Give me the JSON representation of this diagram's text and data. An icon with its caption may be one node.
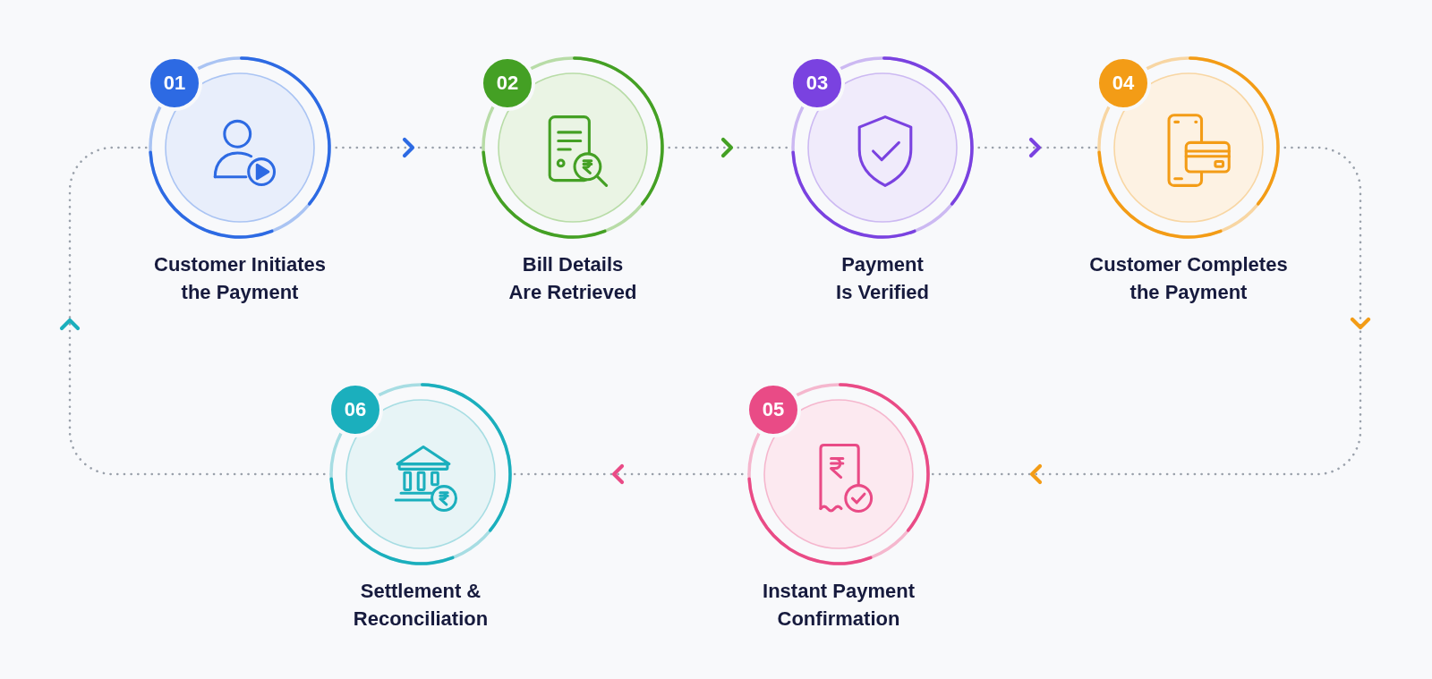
{
  "diagram": {
    "nodes": [
      {
        "text": [
          "01",
          "Customer Initiates the Payment"
        ]
      },
      {
        "text": [
          "02",
          "Bill Details Are Retrieved"
        ]
      },
      {
        "text": [
          "03",
          "Payment Is Verified"
        ]
      },
      {
        "text": [
          "04",
          "Customer Completes the Payment"
        ]
      },
      {
        "text": [
          "05",
          "Instant Payment Confirmation"
        ]
      },
      {
        "text": [
          "06",
          "Settlement & Reconciliation"
        ]
      }
    ],
    "edges": [
      {
        "from": 0,
        "to": 1,
        "arrow": "to",
        "style": "dashed"
      },
      {
        "from": 1,
        "to": 2,
        "arrow": "to",
        "style": "dashed"
      },
      {
        "from": 2,
        "to": 3,
        "arrow": "to",
        "style": "dashed"
      },
      {
        "from": 3,
        "to": 4,
        "arrow": "to",
        "style": "dashed"
      },
      {
        "from": 4,
        "to": 5,
        "arrow": "to",
        "style": "dashed"
      },
      {
        "from": 5,
        "to": 0,
        "arrow": "to",
        "style": "dashed"
      }
    ]
  }
}
